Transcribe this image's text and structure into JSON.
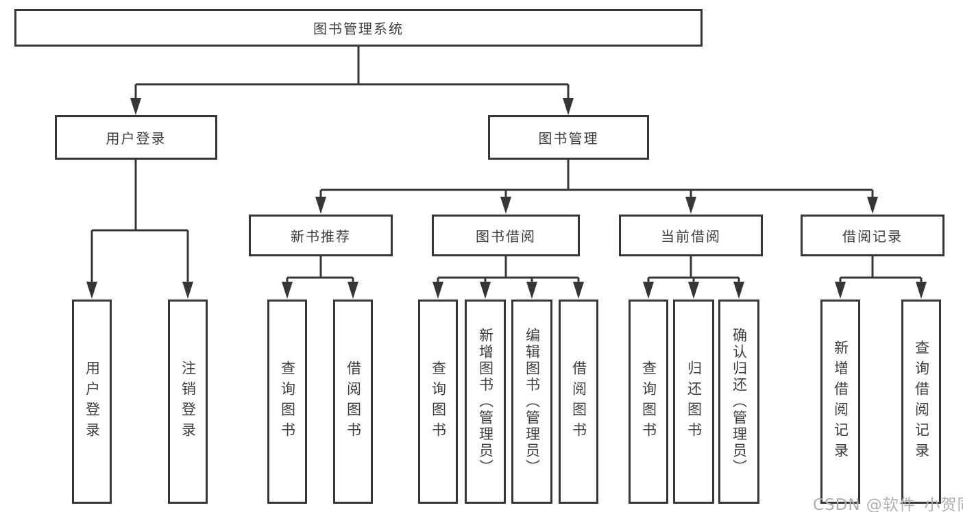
{
  "colors": {
    "line": "#363636",
    "box_border": "#363636",
    "text": "#3d3d3d",
    "watermark": "#aeaeae",
    "background": "#ffffff"
  },
  "watermark": {
    "text": "CSDN @软件_小贺同学"
  },
  "diagram": {
    "root": {
      "label": "图书管理系统"
    },
    "user_login": {
      "label": "用户登录",
      "children": [
        {
          "label": "用户登录"
        },
        {
          "label": "注销登录"
        }
      ]
    },
    "book_mgmt": {
      "label": "图书管理",
      "sections": [
        {
          "label": "新书推荐",
          "children": [
            {
              "label": "查询图书"
            },
            {
              "label": "借阅图书"
            }
          ]
        },
        {
          "label": "图书借阅",
          "children": [
            {
              "label": "查询图书"
            },
            {
              "label": "新增图书（管理员）"
            },
            {
              "label": "编辑图书（管理员）"
            },
            {
              "label": "借阅图书"
            }
          ]
        },
        {
          "label": "当前借阅",
          "children": [
            {
              "label": "查询图书"
            },
            {
              "label": "归还图书"
            },
            {
              "label": "确认归还（管理员）"
            }
          ]
        },
        {
          "label": "借阅记录",
          "children": [
            {
              "label": "新增借阅记录"
            },
            {
              "label": "查询借阅记录"
            }
          ]
        }
      ]
    }
  }
}
